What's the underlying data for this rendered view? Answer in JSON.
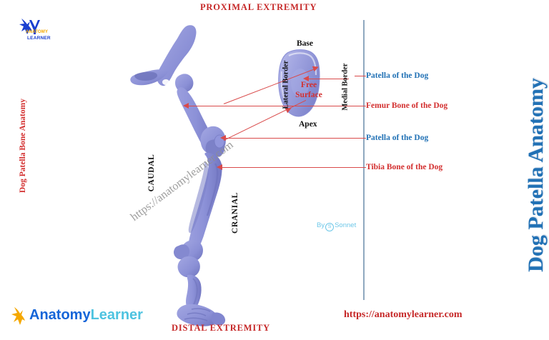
{
  "figure": {
    "top_title": "PROXIMAL  EXTREMITY",
    "bottom_title": "DISTAL EXTREMITY",
    "left_caption": "Dog Patella Bone Anatomy",
    "right_title": "Dog Patella Anatomy",
    "bottom_url": "https://anatomylearner.com",
    "watermark": "https://anatomylearner.com",
    "credit_prefix": "By",
    "credit_mark": "S",
    "credit_name": "Sonnet"
  },
  "colors": {
    "red": "#c62828",
    "label_red": "#d32f2f",
    "label_blue": "#2171b5",
    "leader": "#d94a4a",
    "divider": "#8fa8c0",
    "bone": "#8e93d4",
    "watermark": "#8e8e8e"
  },
  "callouts": [
    {
      "label": "Patella of the Dog",
      "color": "blue"
    },
    {
      "label": "Femur Bone of the Dog",
      "color": "red"
    },
    {
      "label": "Patella of the Dog",
      "color": "blue"
    },
    {
      "label": "Tibia Bone of the Dog",
      "color": "red"
    }
  ],
  "patella_figure": {
    "base": "Base",
    "apex": "Apex",
    "lateral_border": "Lateral Border",
    "medial_border": "Medial Border",
    "free_surface": "Free\nSurface",
    "free_surface_line1": "Free",
    "free_surface_line2": "Surface"
  },
  "orientation": {
    "caudal": "CAUDAL",
    "cranial": "CRANIAL"
  },
  "logo": {
    "top_line1": "ANATOMY",
    "top_line2": "LEARNER",
    "bottom_word1": "Anatomy",
    "bottom_word2": "Learner"
  }
}
